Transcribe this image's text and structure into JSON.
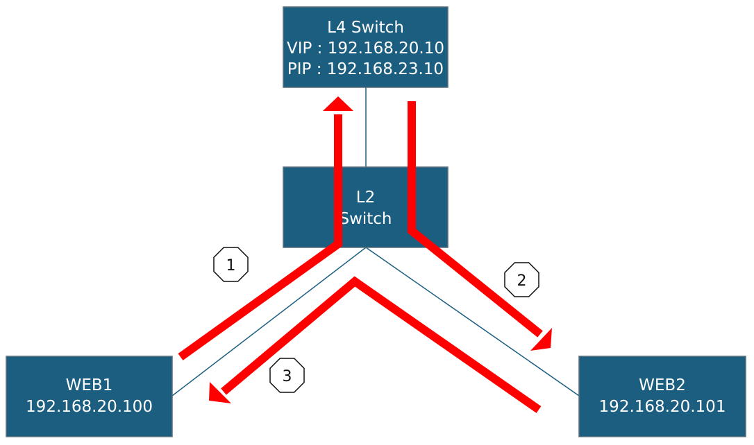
{
  "colors": {
    "box_fill": "#1b5e80",
    "box_border": "#5b6f7e",
    "link_line": "#1b5e80",
    "flow_arrow": "#ff0000",
    "badge_fill": "#ffffff",
    "badge_border": "#111111",
    "background": "#ffffff"
  },
  "nodes": {
    "l4_switch": {
      "title": "L4 Switch",
      "vip": "VIP : 192.168.20.10",
      "pip": "PIP : 192.168.23.10"
    },
    "l2_switch": {
      "line1": "L2",
      "line2": "Switch"
    },
    "web1": {
      "name": "WEB1",
      "ip": "192.168.20.100"
    },
    "web2": {
      "name": "WEB2",
      "ip": "192.168.20.101"
    }
  },
  "steps": {
    "step1": "1",
    "step2": "2",
    "step3": "3"
  }
}
